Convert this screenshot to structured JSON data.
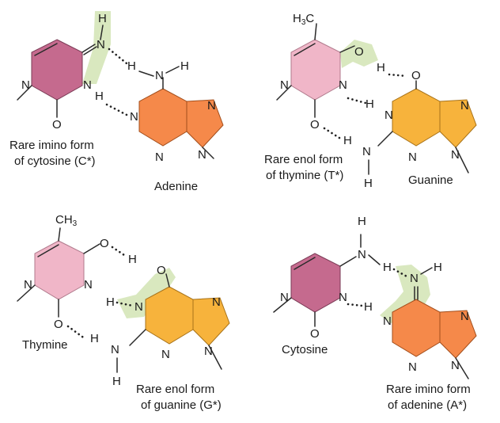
{
  "panels": [
    {
      "left_caption": [
        "Rare imino form",
        "of cytosine (C*)"
      ],
      "right_caption": [
        "Adenine"
      ]
    },
    {
      "left_caption": [
        "Rare enol form",
        "of thymine (T*)"
      ],
      "right_caption": [
        "Guanine"
      ]
    },
    {
      "left_caption": [
        "Thymine"
      ],
      "right_caption": [
        "Rare enol form",
        "of guanine (G*)"
      ]
    },
    {
      "left_caption": [
        "Cytosine"
      ],
      "right_caption": [
        "Rare imino form",
        "of adenine (A*)"
      ]
    }
  ],
  "atoms": {
    "N": "N",
    "H": "H",
    "O": "O",
    "methyl": "CH3",
    "methyl_sub": "3",
    "C": "C"
  },
  "colors": {
    "cytosine": "#c56a8e",
    "thymine": "#f0b6c8",
    "adenine": "#f5894a",
    "guanine": "#f7b33c",
    "highlight": "#d9e8bf"
  }
}
